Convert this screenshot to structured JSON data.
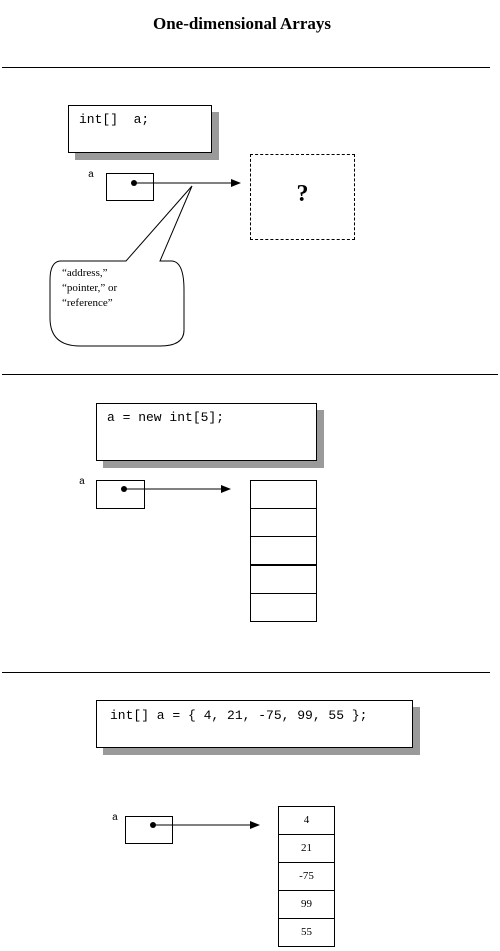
{
  "title": "One-dimensional Arrays",
  "section1": {
    "code": "int[]  a;",
    "var_label": "a",
    "unknown": "?",
    "callout": [
      "“address,”",
      "“pointer,” or",
      "“reference”"
    ]
  },
  "section2": {
    "code": "a = new int[5];",
    "var_label": "a",
    "cells": [
      "",
      "",
      "",
      "",
      ""
    ]
  },
  "section3": {
    "code": "int[] a = { 4, 21, -75, 99, 55 };",
    "var_label": "a",
    "cells": [
      "4",
      "21",
      "-75",
      "99",
      "55"
    ]
  }
}
